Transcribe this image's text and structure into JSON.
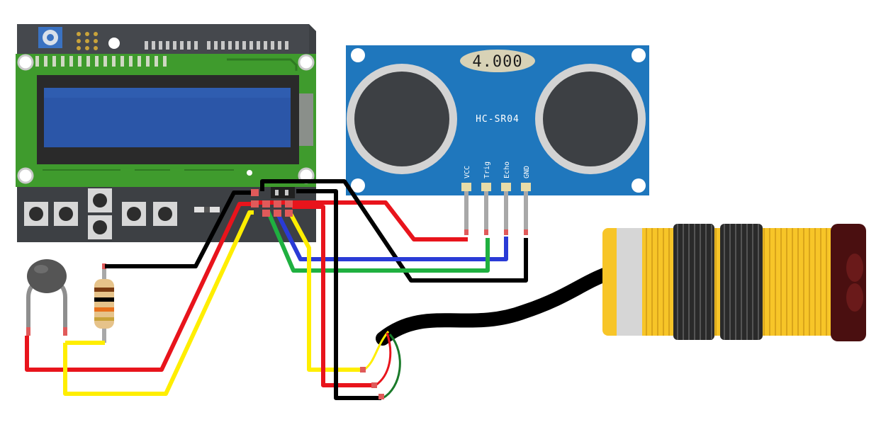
{
  "ultrasonic": {
    "display_value": "4.000",
    "model": "HC-SR04",
    "pins": [
      "VCC",
      "Trig",
      "Echo",
      "GND"
    ]
  },
  "colors": {
    "shield_green": "#3f9b2d",
    "pcb_dark": "#3d4044",
    "lcd_blue": "#2b56a8",
    "sensor_blue": "#1f77bd",
    "wire_red": "#e8141c",
    "wire_yellow": "#ffee00",
    "wire_black": "#000000",
    "wire_blue": "#2a3bd6",
    "wire_green": "#1fb040",
    "coil_yellow": "#f7c528"
  }
}
